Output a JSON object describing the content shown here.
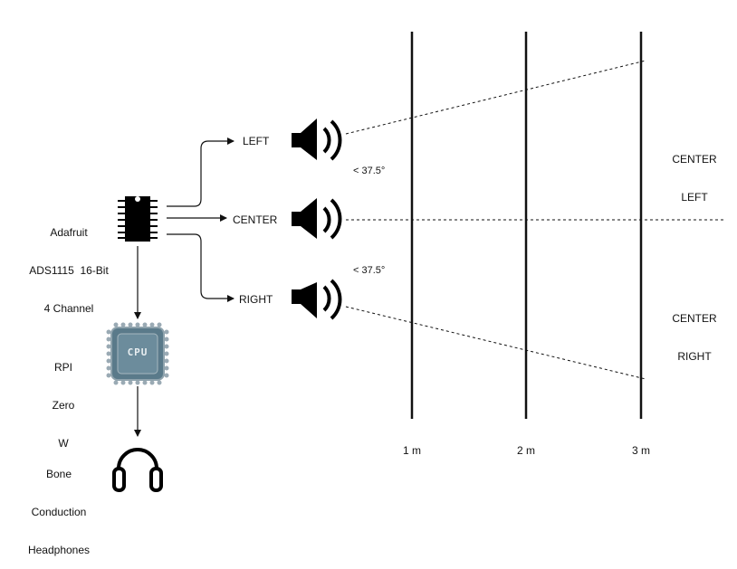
{
  "adc_label": [
    "Adafruit",
    "ADS1115  16-Bit",
    "4 Channel"
  ],
  "rpi_label": [
    "RPI",
    "Zero",
    "W"
  ],
  "cpu_text": "CPU",
  "headphones_label": [
    "Bone",
    "Conduction",
    "Headphones"
  ],
  "channels": {
    "left": "LEFT",
    "center": "CENTER",
    "right": "RIGHT"
  },
  "angles": {
    "upper": "< 37.5°",
    "lower": "< 37.5°"
  },
  "zones": {
    "center_left": [
      "CENTER",
      "LEFT"
    ],
    "center_right": [
      "CENTER",
      "RIGHT"
    ]
  },
  "distances": [
    "1 m",
    "2 m",
    "3 m"
  ],
  "colors": {
    "chip_body": "#000000",
    "cpu_fill": "#5a7a8a",
    "cpu_inner": "#6c8c9c",
    "cpu_pins": "#9aaab4",
    "line": "#111111"
  }
}
